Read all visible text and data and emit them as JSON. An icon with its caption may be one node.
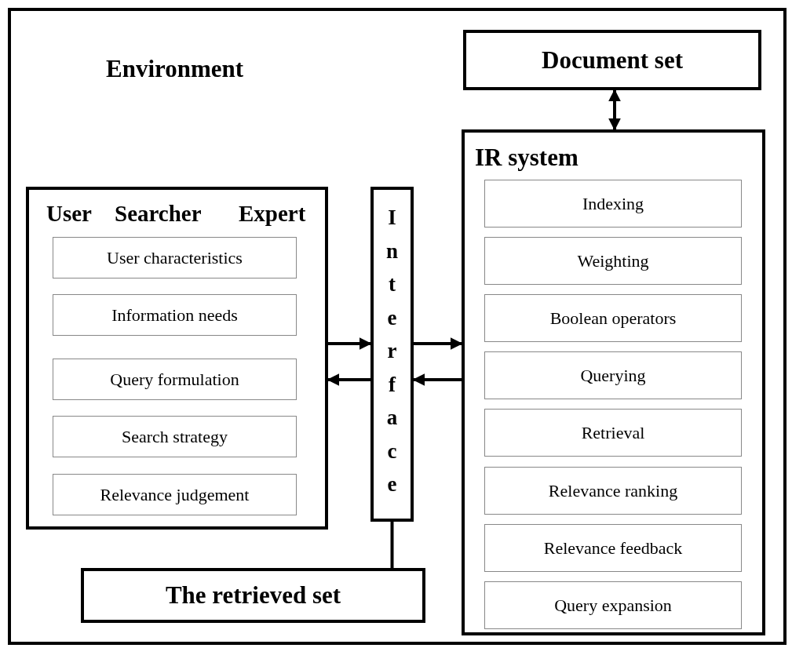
{
  "diagram": {
    "nodes": [
      {
        "text": [
          "Environment"
        ]
      },
      {
        "text": [
          "Document set"
        ],
        "in": 0
      },
      {
        "text": [
          "IR system"
        ],
        "in": 0
      },
      {
        "text": [
          "Indexing"
        ],
        "in": 2
      },
      {
        "text": [
          "Weighting"
        ],
        "in": 2
      },
      {
        "text": [
          "Boolean operators"
        ],
        "in": 2
      },
      {
        "text": [
          "Querying"
        ],
        "in": 2
      },
      {
        "text": [
          "Retrieval"
        ],
        "in": 2
      },
      {
        "text": [
          "Relevance ranking"
        ],
        "in": 2
      },
      {
        "text": [
          "Relevance feedback"
        ],
        "in": 2
      },
      {
        "text": [
          "Query expansion"
        ],
        "in": 2
      },
      {
        "text": [
          "User",
          "Searcher",
          "Expert"
        ],
        "in": 0
      },
      {
        "text": [
          "User characteristics"
        ],
        "in": 11
      },
      {
        "text": [
          "Information needs"
        ],
        "in": 11
      },
      {
        "text": [
          "Query formulation"
        ],
        "in": 11
      },
      {
        "text": [
          "Search strategy"
        ],
        "in": 11
      },
      {
        "text": [
          "Relevance judgement"
        ],
        "in": 11
      },
      {
        "text": [
          "Interface"
        ],
        "in": 0
      },
      {
        "text": [
          "The retrieved set"
        ],
        "in": 0
      }
    ],
    "edges": [
      {
        "from": 1,
        "to": 2,
        "arrow": "both"
      },
      {
        "from": 11,
        "to": 17,
        "arrow": "to"
      },
      {
        "from": 17,
        "to": 11,
        "arrow": "to"
      },
      {
        "from": 17,
        "to": 2,
        "arrow": "to"
      },
      {
        "from": 2,
        "to": 17,
        "arrow": "to"
      },
      {
        "from": 17,
        "to": 18,
        "arrow": "none"
      }
    ]
  }
}
